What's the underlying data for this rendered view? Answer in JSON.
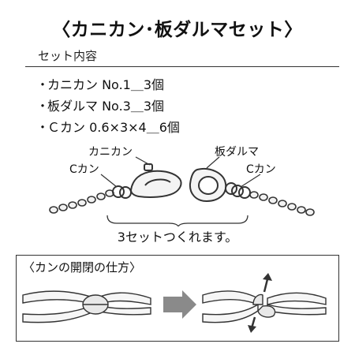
{
  "title": "〈カニカン･板ダルマセット〉",
  "section_label": "セット内容",
  "items": [
    {
      "bullet": "・",
      "text": "カニカン No.1＿3個"
    },
    {
      "bullet": "・",
      "text": "板ダルマ No.3＿3個"
    },
    {
      "bullet": "・",
      "text": "Ｃカン 0.6×3×4＿6個"
    }
  ],
  "diagram": {
    "label_kanikan": "カニカン",
    "label_ckan_left": "Cカン",
    "label_itadaruma": "板ダルマ",
    "label_ckan_right": "Cカン"
  },
  "note": "3セットつくれます。",
  "howto": {
    "title": "〈カンの開閉の仕方〉"
  },
  "colors": {
    "text": "#111111",
    "line": "#333333",
    "metal_fill": "#e6e6e6",
    "arrow_fill": "#8a8a8a"
  }
}
